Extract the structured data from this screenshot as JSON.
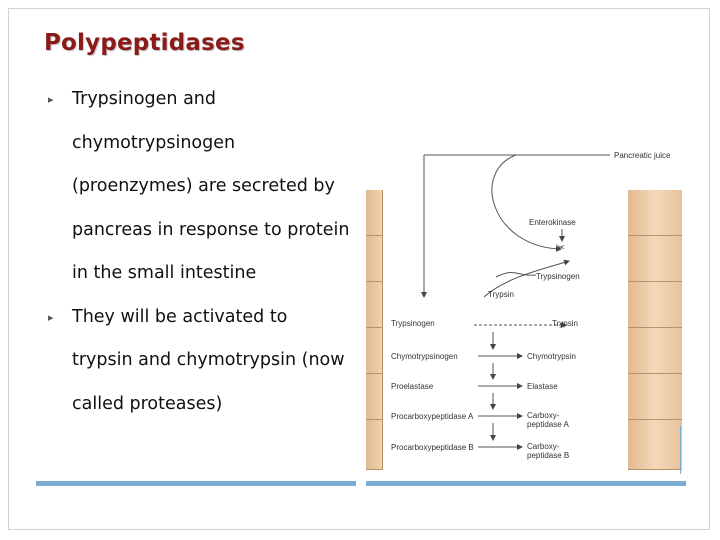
{
  "slide": {
    "title": "Polypeptidases",
    "bullets": [
      "Trypsinogen and chymotrypsinogen (proenzymes)  are secreted by pancreas in response to protein in the small intestine",
      "They will be activated to trypsin and chymotrypsin (now called proteases)"
    ]
  },
  "diagram": {
    "pancreatic_juice": "Pancreatic juice",
    "enterokinase": "Enterokinase",
    "trypsinogen_top": "Trypsinogen",
    "trypsin_small": "Trypsin",
    "rows": [
      {
        "left": "Trypsinogen",
        "right": "Trypsin"
      },
      {
        "left": "Chymotrypsinogen",
        "right": "Chymotrypsin"
      },
      {
        "left": "Proelastase",
        "right": "Elastase"
      },
      {
        "left": "Procarboxypeptidase A",
        "right": "Carboxy-\npeptidase A"
      },
      {
        "left": "Procarboxypeptidase B",
        "right": "Carboxy-\npeptidase B"
      }
    ]
  },
  "colors": {
    "title": "#8b1a1a",
    "accent_rule": "#7aaed2",
    "cell_fill": "#f0d3b2"
  }
}
